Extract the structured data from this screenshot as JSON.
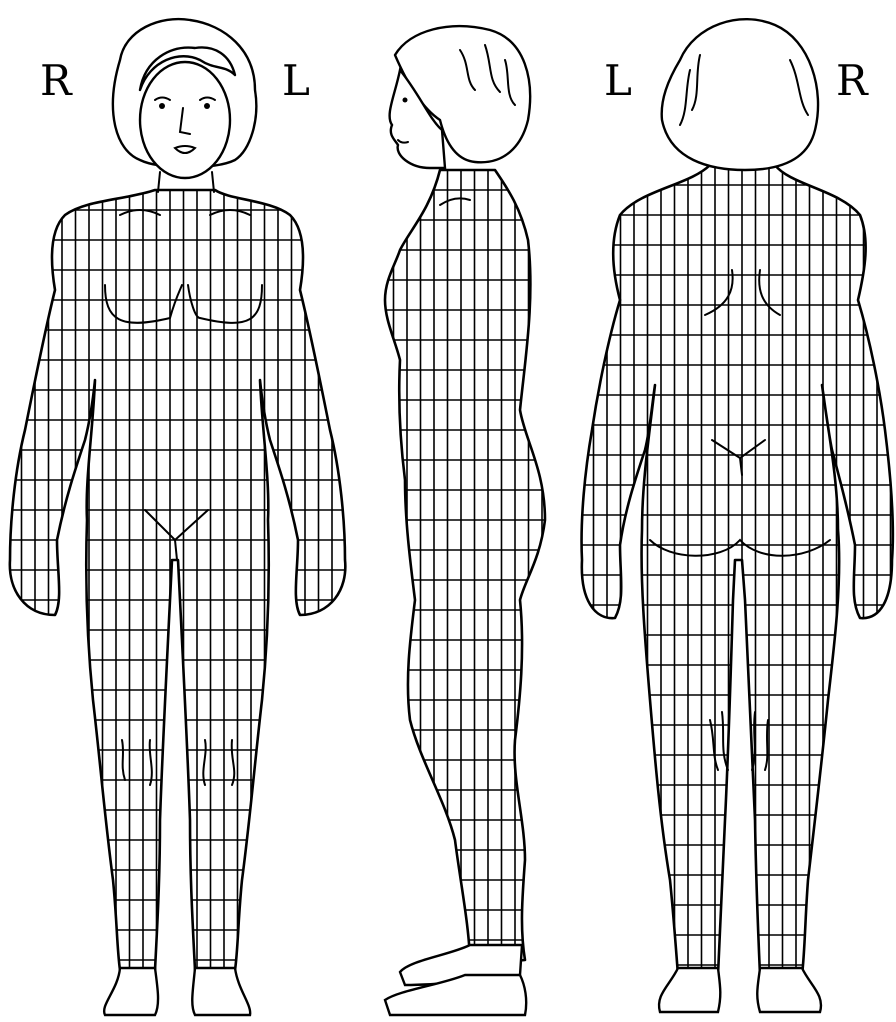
{
  "labels": {
    "front_right": "R",
    "front_left": "L",
    "back_left": "L",
    "back_right": "R"
  },
  "figures": [
    {
      "view": "front"
    },
    {
      "view": "side"
    },
    {
      "view": "back"
    }
  ],
  "grid": {
    "cell_width_units": 1,
    "cell_height_units": 1
  },
  "colors": {
    "line": "#000000",
    "background": "#ffffff"
  }
}
